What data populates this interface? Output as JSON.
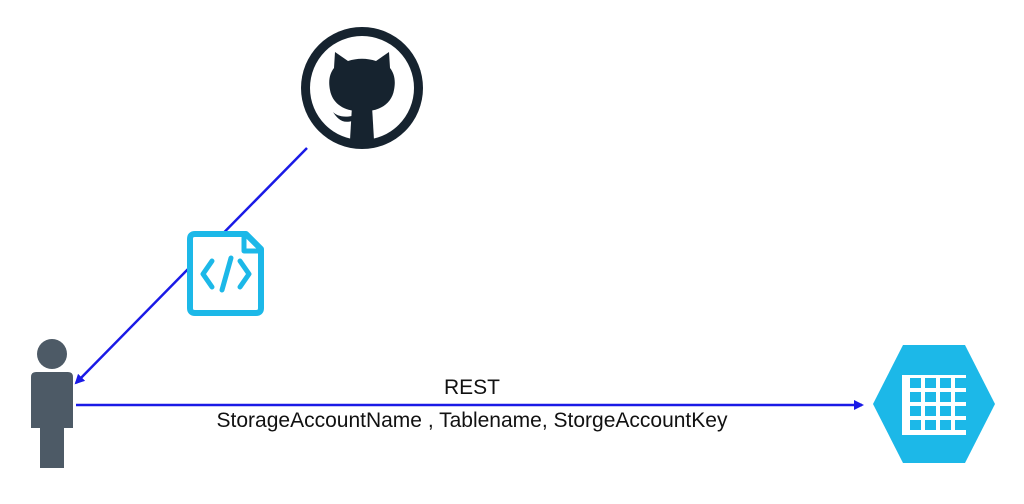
{
  "edge_labels": {
    "protocol": "REST",
    "parameters": "StorageAccountName , Tablename, StorgeAccountKey"
  },
  "nodes": [
    {
      "id": "github",
      "icon": "github-octocat-icon"
    },
    {
      "id": "code-file",
      "icon": "code-file-icon"
    },
    {
      "id": "user",
      "icon": "person-icon"
    },
    {
      "id": "azure-table",
      "icon": "azure-table-storage-icon"
    }
  ],
  "edges": [
    {
      "from": "github",
      "to": "user",
      "via": "code-file"
    },
    {
      "from": "user",
      "to": "azure-table"
    }
  ],
  "colors": {
    "arrow": "#1a1ae6",
    "github": "#16232f",
    "code_file": "#1cb8e8",
    "person": "#4d5a66",
    "azure_table": "#1cb8e8"
  }
}
